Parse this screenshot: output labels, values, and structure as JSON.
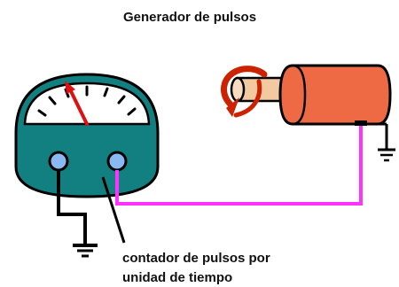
{
  "labels": {
    "generator": "Generador de pulsos",
    "counter_line1": "contador de pulsos por",
    "counter_line2": "unidad de tiempo"
  },
  "colors": {
    "meter_body": "#128080",
    "meter_face": "#ffffff",
    "needle": "#dd1111",
    "terminal": "#8ab8f0",
    "wire_signal": "#ff33ff",
    "ground_wire": "#000000",
    "generator_body": "#ee6a44",
    "generator_shaft": "#f2c9a0",
    "rotation_arrow": "#cc2200"
  },
  "icons": {
    "meter": "analog-meter-icon",
    "generator": "pulse-generator-icon",
    "ground": "ground-icon",
    "rotation": "rotation-arrow-icon"
  }
}
